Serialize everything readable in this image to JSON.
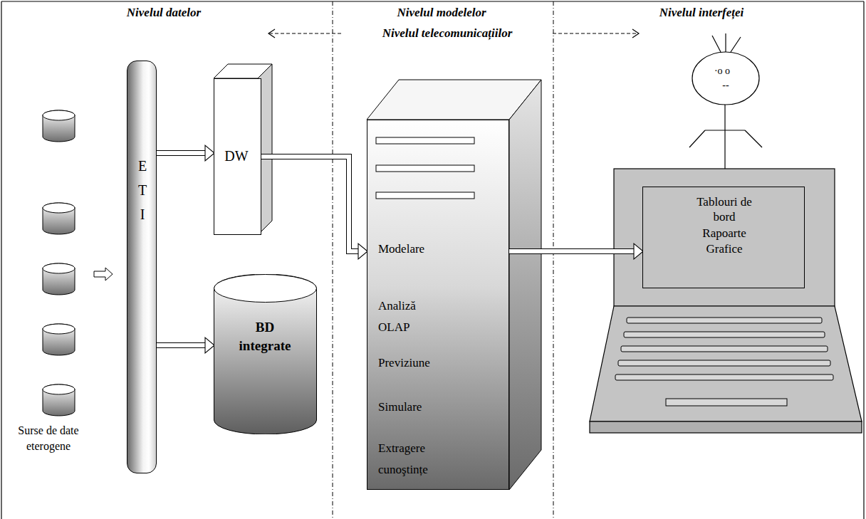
{
  "diagram": {
    "nodes": [
      {
        "text": [
          "E T I"
        ]
      },
      {
        "text": [
          "DW"
        ]
      },
      {
        "text": [
          "BD integrate"
        ]
      },
      {
        "text": [
          "Modelare",
          "Analiză OLAP",
          "Previziune",
          "Simulare",
          "Extragere cunoştințe"
        ]
      },
      {
        "text": [
          "Tablouri de bord",
          "Rapoarte",
          "Grafice"
        ]
      }
    ],
    "edges": [
      {
        "from": 0,
        "to": 1,
        "arrow": "to"
      },
      {
        "from": 0,
        "to": 2,
        "arrow": "to"
      },
      {
        "from": 1,
        "to": 3,
        "arrow": "to"
      },
      {
        "from": 3,
        "to": 4,
        "arrow": "to"
      }
    ],
    "labels": [
      "Nivelul datelor",
      "Nivelul modelelor",
      "Nivelul interfeței",
      "Nivelul telecomunicațiilor",
      "Surse de date eterogene",
      "·o o",
      "--"
    ]
  }
}
